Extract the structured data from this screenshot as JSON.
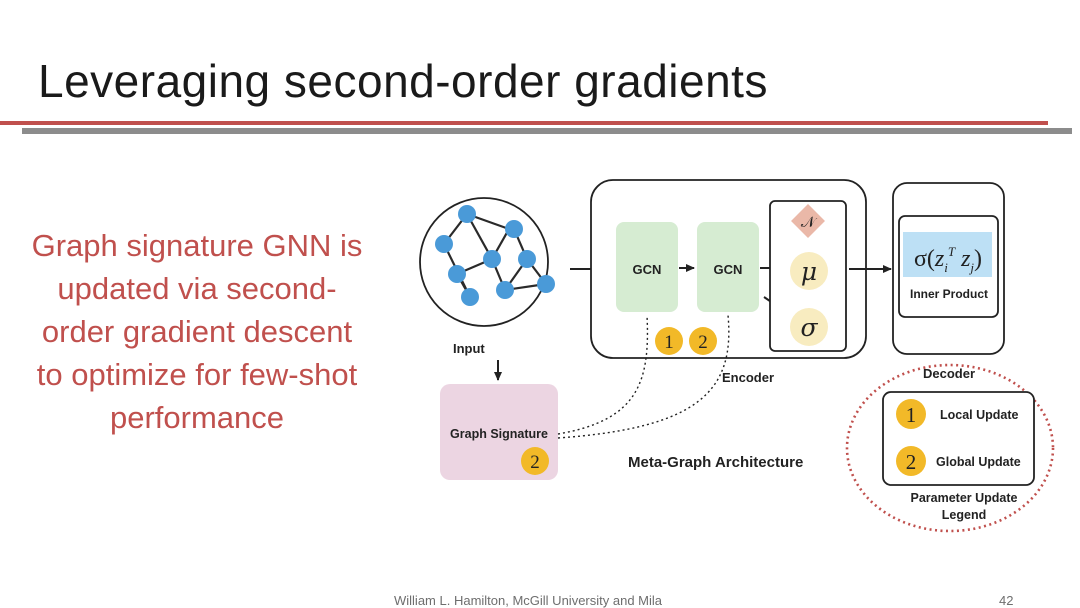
{
  "slide": {
    "title": "Leveraging second-order gradients",
    "body_lines": [
      "Graph signature GNN is",
      "updated via second-",
      "order gradient descent",
      "to optimize for few-shot",
      "performance"
    ],
    "footer": "William L. Hamilton, McGill University and Mila",
    "page_number": "42"
  },
  "diagram": {
    "input_label": "Input",
    "gcn1_label": "GCN",
    "gcn2_label": "GCN",
    "normal_symbol": "𝒩",
    "mu_symbol": "μ",
    "sigma_symbol": "σ",
    "encoder_label": "Encoder",
    "decoder_label": "Decoder",
    "inner_product_label": "Inner Product",
    "graph_signature_label": "Graph Signature",
    "architecture_label": "Meta-Graph Architecture",
    "badge_1": "1",
    "badge_2": "2",
    "legend": {
      "local_number": "1",
      "local_label": "Local Update",
      "global_number": "2",
      "global_label": "Global Update",
      "title_line1": "Parameter Update",
      "title_line2": "Legend"
    }
  },
  "colors": {
    "accent_red": "#c0504d",
    "node_blue": "#4a9ad8",
    "gcn_green": "#d6ecd2",
    "signature_pink": "#ecd5e2",
    "badge_yellow": "#f2b928",
    "circle_cream": "#f8ecc0",
    "normal_diamond": "#eab8a8",
    "formula_blue": "#bde0f5"
  }
}
